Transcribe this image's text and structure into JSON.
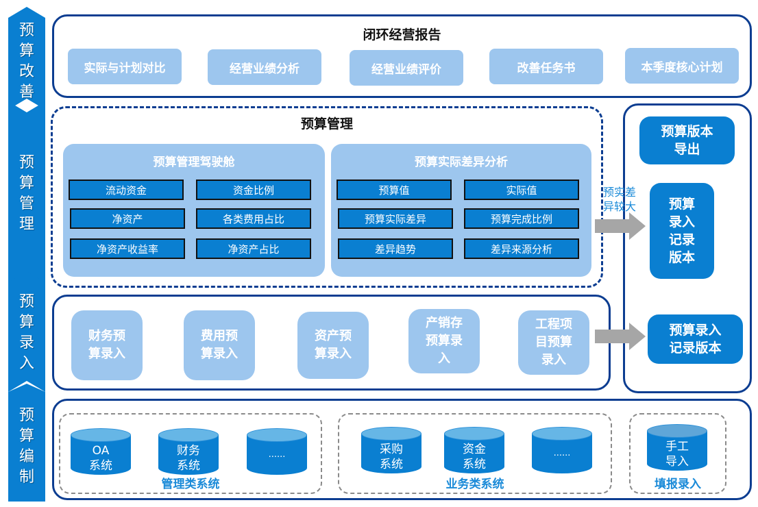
{
  "stages": [
    {
      "label": [
        "预",
        "算",
        "改",
        "善"
      ]
    },
    {
      "label": [
        "预",
        "算",
        "管",
        "理"
      ]
    },
    {
      "label": [
        "预",
        "算",
        "录",
        "入"
      ]
    },
    {
      "label": [
        "预",
        "算",
        "编",
        "制"
      ]
    }
  ],
  "report": {
    "title": "闭环经营报告",
    "items": [
      "实际与计划对比",
      "经营业绩分析",
      "经营业绩评价",
      "改善任务书",
      "本季度核心计划"
    ]
  },
  "management": {
    "title": "预算管理",
    "cockpit": {
      "title": "预算管理驾驶舱",
      "metrics": [
        "流动资金",
        "资金比例",
        "净资产",
        "各类费用占比",
        "净资产收益率",
        "净资产占比"
      ]
    },
    "variance": {
      "title": "预算实际差异分析",
      "metrics": [
        "预算值",
        "实际值",
        "预算实际差异",
        "预算完成比例",
        "差异趋势",
        "差异来源分析"
      ]
    }
  },
  "arrow_note": [
    "预实差",
    "异较大"
  ],
  "entry": {
    "items": [
      [
        "财务预",
        "算录入"
      ],
      [
        "费用预",
        "算录入"
      ],
      [
        "资产预",
        "算录入"
      ],
      [
        "产销存",
        "预算录",
        "入"
      ],
      [
        "工程项",
        "目预算",
        "录入"
      ]
    ]
  },
  "versions": {
    "export": [
      "预算版本",
      "导出"
    ],
    "record_tall": [
      "预算",
      "录入",
      "记录",
      "版本"
    ],
    "record_wide": [
      "预算录入",
      "记录版本"
    ]
  },
  "compile": {
    "groups": [
      {
        "label": "管理类系统",
        "systems": [
          [
            "OA",
            "系统"
          ],
          [
            "财务",
            "系统"
          ],
          [
            "......"
          ]
        ]
      },
      {
        "label": "业务类系统",
        "systems": [
          [
            "采购",
            "系统"
          ],
          [
            "资金",
            "系统"
          ],
          [
            "......"
          ]
        ]
      },
      {
        "label": "填报录入",
        "systems": [
          [
            "手工",
            "导入"
          ]
        ]
      }
    ]
  }
}
